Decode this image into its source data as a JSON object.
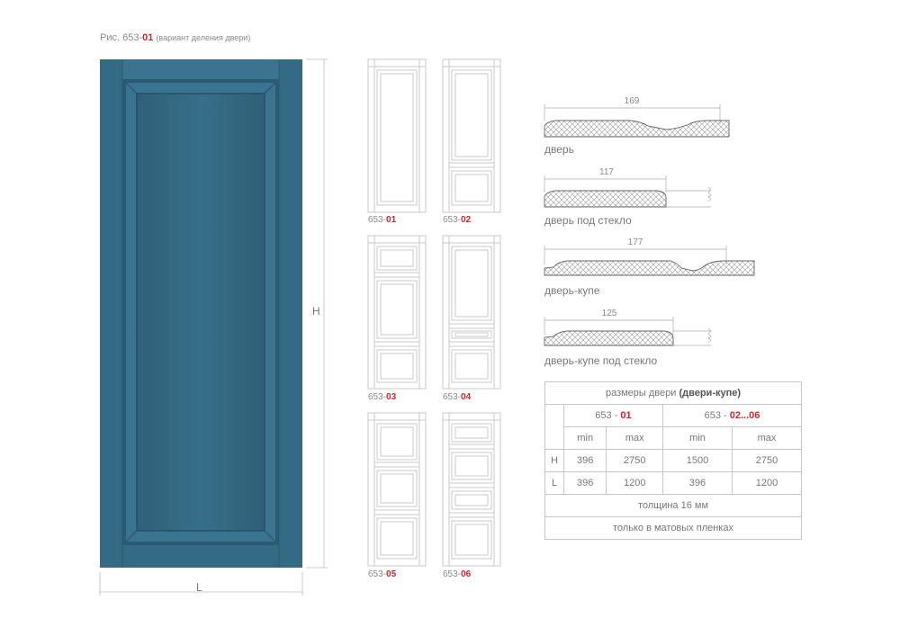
{
  "caption": {
    "prefix": "Рис. 653-",
    "number": "01",
    "note": "(вариант деления двери)"
  },
  "dimensions": {
    "height_label": "H",
    "width_label": "L"
  },
  "colors": {
    "door": "#346b84",
    "accent": "#d8222b"
  },
  "variants": [
    {
      "prefix": "653-",
      "code": "01"
    },
    {
      "prefix": "653-",
      "code": "02"
    },
    {
      "prefix": "653-",
      "code": "03"
    },
    {
      "prefix": "653-",
      "code": "04"
    },
    {
      "prefix": "653-",
      "code": "05"
    },
    {
      "prefix": "653-",
      "code": "06"
    }
  ],
  "profiles": [
    {
      "dim": "169",
      "label": "дверь"
    },
    {
      "dim": "117",
      "label": "дверь под стекло"
    },
    {
      "dim": "177",
      "label": "дверь-купе"
    },
    {
      "dim": "125",
      "label": "дверь-купе под стекло"
    }
  ],
  "table": {
    "title_prefix": "размеры двери ",
    "title_bold": "(двери-купе)",
    "group1_prefix": "653 - ",
    "group1_code": "01",
    "group2_prefix": "653 - ",
    "group2_code": "02...06",
    "min": "min",
    "max": "max",
    "rows": [
      {
        "label": "H",
        "v": [
          "396",
          "2750",
          "1500",
          "2750"
        ]
      },
      {
        "label": "L",
        "v": [
          "396",
          "1200",
          "396",
          "1200"
        ]
      }
    ],
    "thickness": "толщина 16 мм",
    "finish": "только в матовых пленках"
  }
}
